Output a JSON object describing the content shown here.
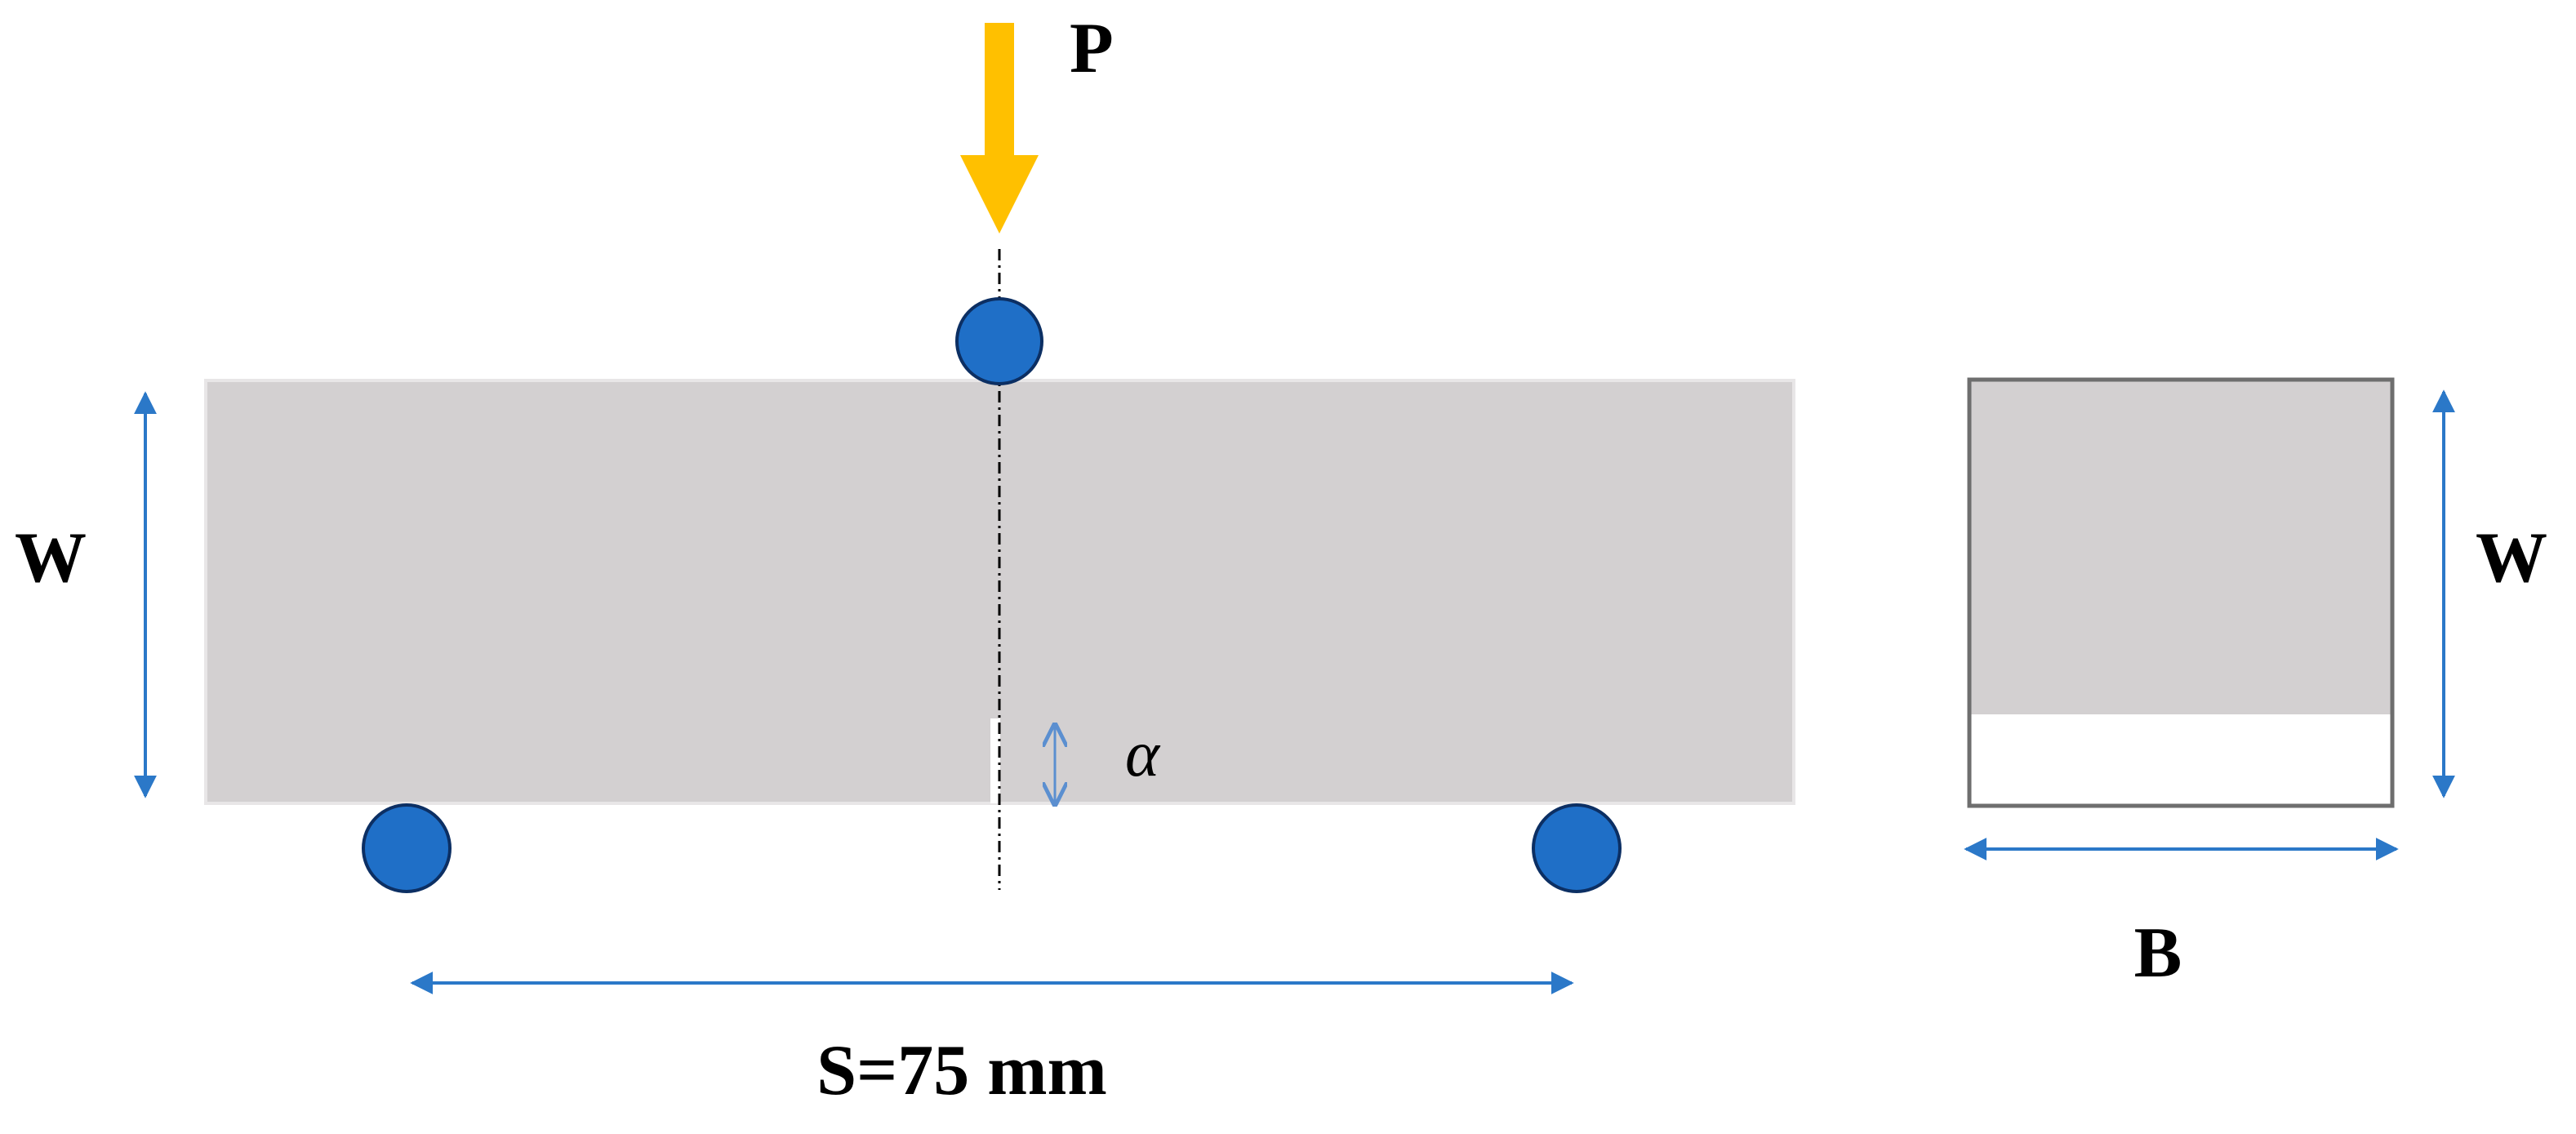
{
  "labels": {
    "load": "P",
    "height_left": "W",
    "height_right": "W",
    "notch": "α",
    "span": "S=75 mm",
    "breadth": "B"
  },
  "colors": {
    "beam_fill": "#d3d0d1",
    "section_border": "#6e6e6e",
    "support_fill": "#1f6fc7",
    "support_stroke": "#0c2f63",
    "dimension_arrow": "#2b78c8",
    "load_arrow": "#ffc000",
    "centerline": "#000000",
    "notch_fill": "#ffffff"
  },
  "icons": {
    "load": "down-arrow",
    "supports": "circle-roller",
    "dimensions": "double-headed-arrow"
  }
}
